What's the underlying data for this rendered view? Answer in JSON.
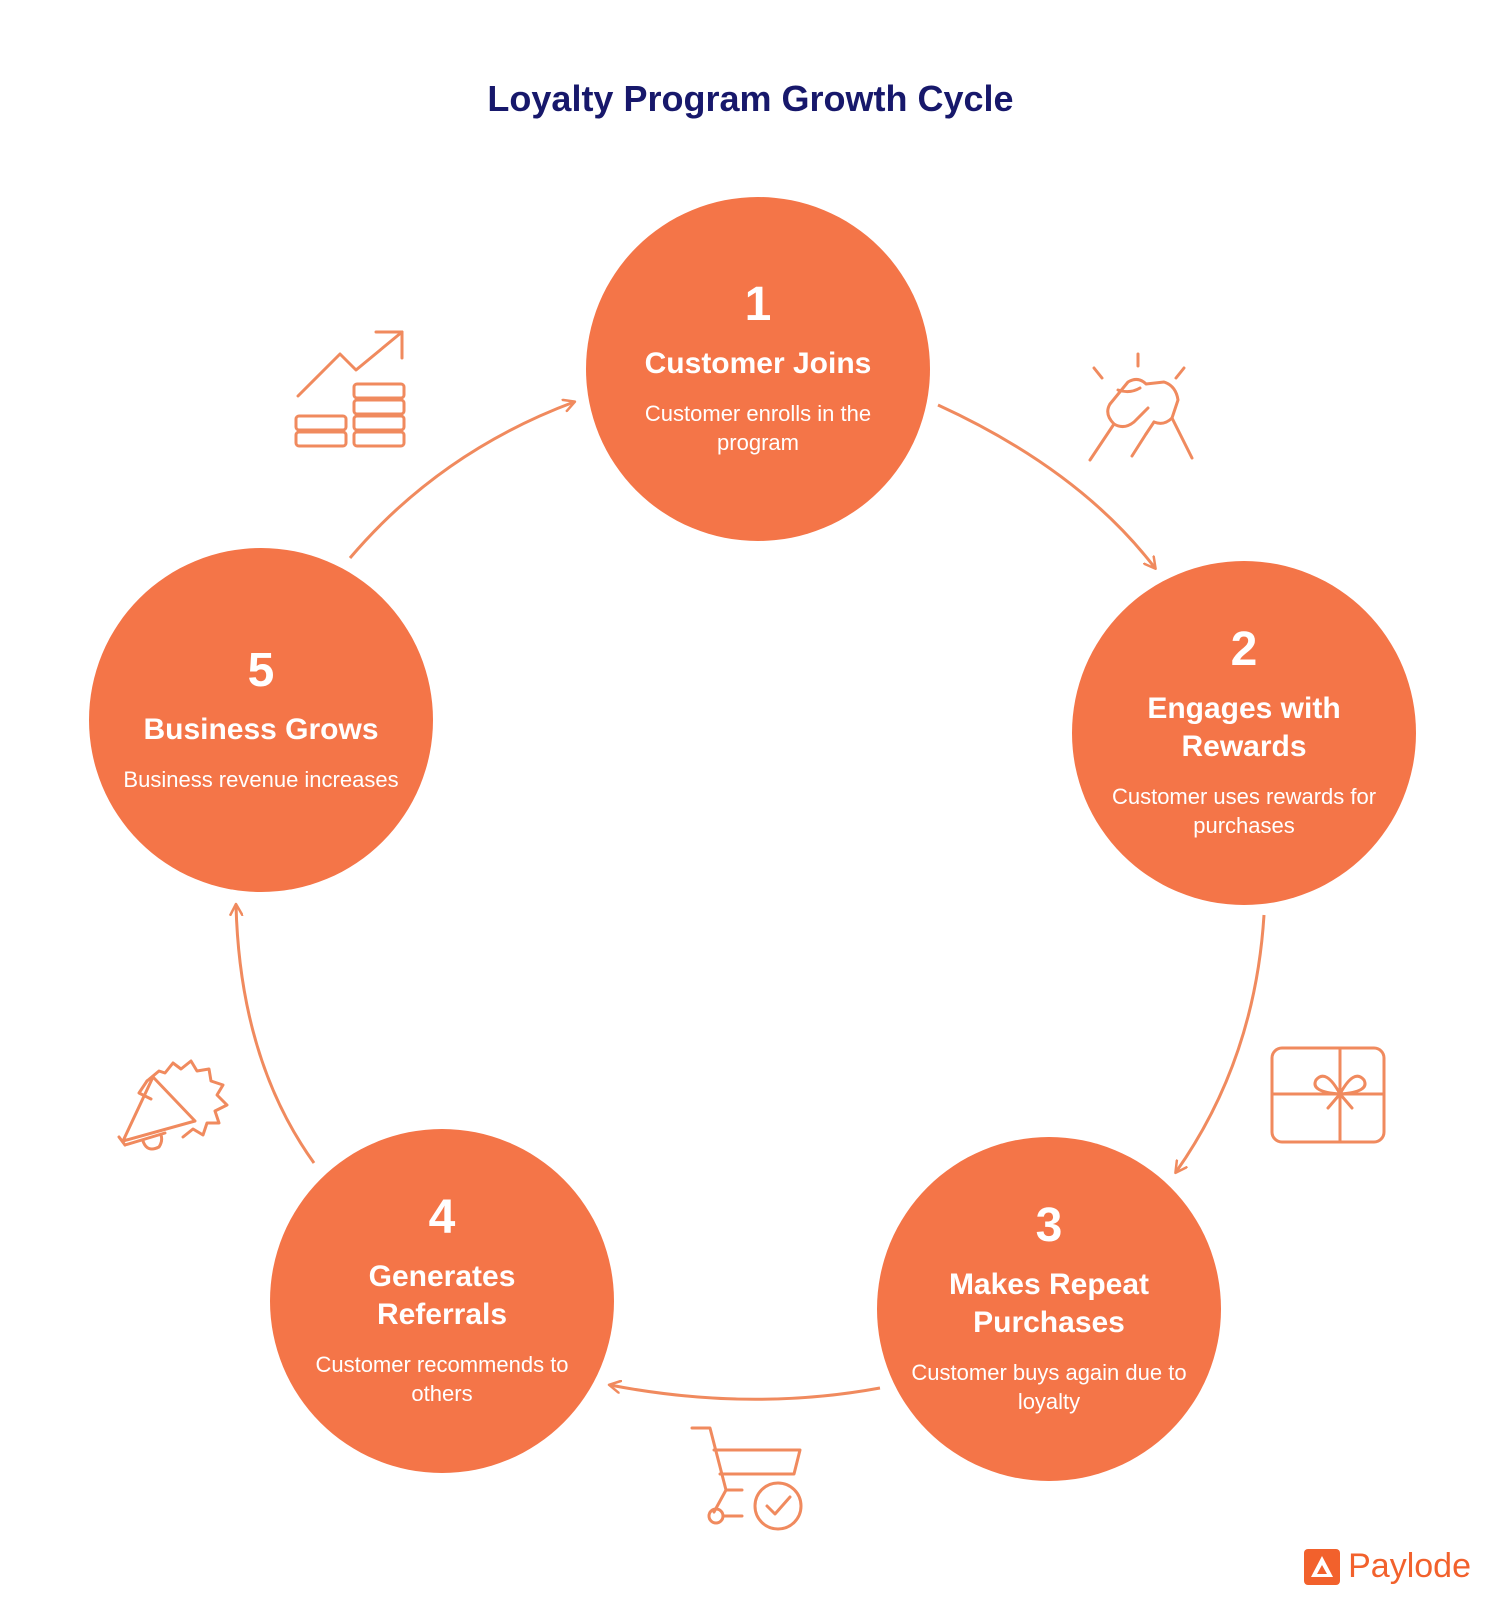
{
  "title": "Loyalty Program Growth Cycle",
  "steps": [
    {
      "number": "1",
      "title": "Customer Joins",
      "description": "Customer enrolls in the program"
    },
    {
      "number": "2",
      "title": "Engages with Rewards",
      "description": "Customer uses rewards for purchases"
    },
    {
      "number": "3",
      "title": "Makes Repeat Purchases",
      "description": "Customer buys again due to loyalty"
    },
    {
      "number": "4",
      "title": "Generates Referrals",
      "description": "Customer recommends to others"
    },
    {
      "number": "5",
      "title": "Business Grows",
      "description": "Business revenue increases"
    }
  ],
  "icons": [
    "growth-chart-icon",
    "handshake-icon",
    "gift-icon",
    "shopping-cart-check-icon",
    "megaphone-icon"
  ],
  "colors": {
    "circle": "#f47548",
    "title": "#17186b",
    "line": "#f08a5e",
    "brand": "#f2612c"
  },
  "brand": {
    "name": "Paylode"
  }
}
